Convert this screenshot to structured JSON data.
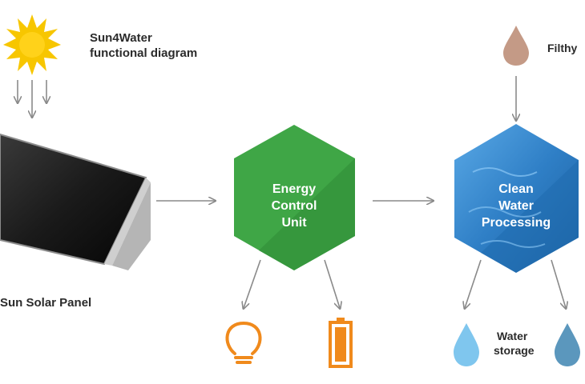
{
  "title_line1": "Sun4Water",
  "title_line2": "functional diagram",
  "solar_panel_label": "Sun Solar Panel",
  "energy_unit": {
    "line1": "Energy",
    "line2": "Control",
    "line3": "Unit",
    "color": "#3fa646"
  },
  "water_unit": {
    "line1": "Clean",
    "line2": "Water",
    "line3": "Processing",
    "color": "#2f7fc6"
  },
  "filthy_label": "Filthy",
  "storage_line1": "Water",
  "storage_line2": "storage",
  "icons": [
    "sun-icon",
    "solar-panel-icon",
    "lightbulb-icon",
    "battery-icon",
    "filthy-water-drop-icon",
    "clean-water-drop-icon"
  ]
}
